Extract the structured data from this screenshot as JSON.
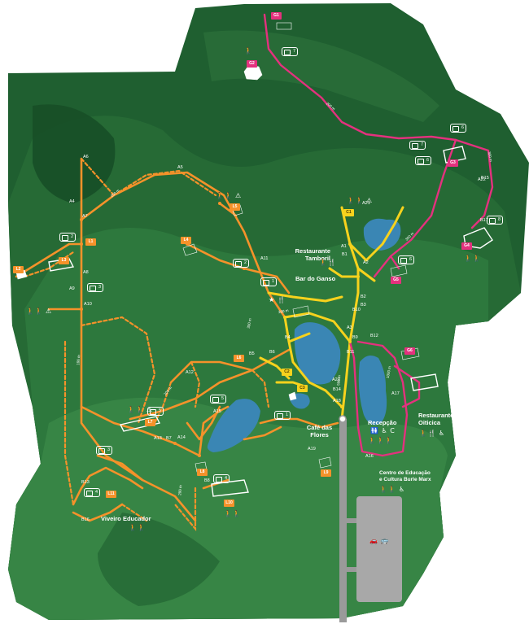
{
  "places": {
    "restaurante_tamboril": "Restaurante\nTamboril",
    "bar_do_ganso": "Bar do Ganso",
    "cafe_das_flores": "Café das\nFlores",
    "recepcao": "Recepção",
    "restaurante_oiticica": "Restaurante\nOiticica",
    "centro_educacao": "Centro de Educação\ne Cultura Burle Marx",
    "viveiro_educador": "Viveiro Educador"
  },
  "colors": {
    "park_dark": "#1d5a2f",
    "park_mid": "#2e7a3f",
    "park_light": "#3d8c4a",
    "lake": "#3a86b4",
    "orange_trail": "#f5922a",
    "yellow_trail": "#f7d21d",
    "magenta_trail": "#e4317e",
    "parking": "#a8a8a8"
  },
  "markers": {
    "orange": [
      "L1",
      "L2",
      "L3",
      "L4",
      "L5",
      "L6",
      "L7",
      "L8",
      "L9",
      "L10",
      "L11"
    ],
    "magenta": [
      "G1",
      "G2",
      "G3",
      "G4",
      "G5",
      "G6"
    ],
    "yellow": [
      "C1",
      "C2",
      "C3"
    ]
  },
  "stop_numbers": [
    "7",
    "8",
    "7",
    "6",
    "2",
    "3",
    "1",
    "2",
    "3",
    "4",
    "5",
    "1",
    "6",
    "5",
    "6",
    "4"
  ],
  "codes": [
    "A1",
    "B1",
    "A2",
    "B2",
    "B3",
    "A3",
    "A4",
    "A5",
    "A6",
    "A7",
    "A8",
    "A9",
    "A10",
    "A11",
    "A12",
    "A13",
    "A14",
    "A15",
    "A16",
    "A17",
    "A18",
    "A19",
    "A20",
    "A21",
    "A22",
    "B4",
    "B5",
    "B6",
    "B7",
    "B8",
    "B9",
    "B10",
    "B11",
    "B12",
    "B13",
    "B14",
    "B15",
    "B16",
    "B17"
  ],
  "distances": [
    "200 m",
    "300 m",
    "200 m",
    "100 m",
    "200 m",
    "200 m",
    "300 m",
    "300 m",
    "500 m",
    "1000 m",
    "200 m"
  ]
}
